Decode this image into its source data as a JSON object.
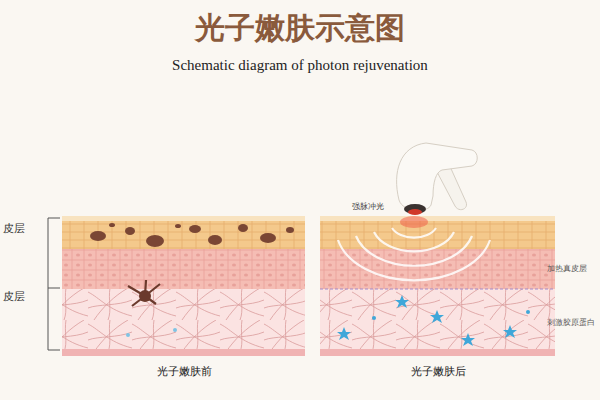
{
  "diagram": {
    "title": "光子嫩肤示意图",
    "labels": [
      "Schematic diagram of photon rejuvenation",
      "皮层",
      "皮层",
      "强脉冲光",
      "加热真皮层",
      "刺激胶原蛋白",
      "光子嫩肤前",
      "光子嫩肤后"
    ]
  }
}
